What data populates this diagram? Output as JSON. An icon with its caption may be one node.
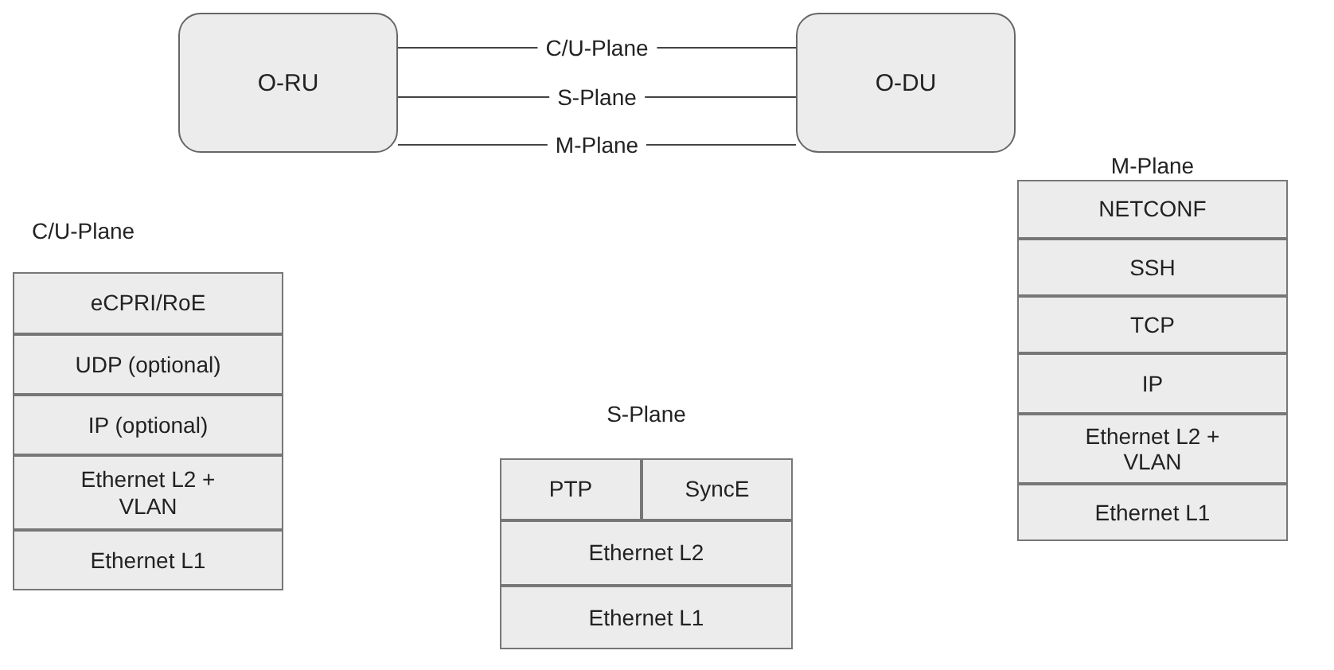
{
  "diagram": {
    "nodes": [
      {
        "text": [
          "O-RU"
        ]
      },
      {
        "text": [
          "O-DU"
        ]
      },
      {
        "text": [
          "C/U-Plane"
        ]
      },
      {
        "text": [
          "eCPRI/RoE"
        ],
        "in": 2
      },
      {
        "text": [
          "UDP (optional)"
        ],
        "in": 2
      },
      {
        "text": [
          "IP (optional)"
        ],
        "in": 2
      },
      {
        "text": [
          "Ethernet L2 + VLAN"
        ],
        "in": 2
      },
      {
        "text": [
          "Ethernet L1"
        ],
        "in": 2
      },
      {
        "text": [
          "S-Plane"
        ]
      },
      {
        "text": [
          "PTP"
        ],
        "in": 8
      },
      {
        "text": [
          "SyncE"
        ],
        "in": 8
      },
      {
        "text": [
          "Ethernet L2"
        ],
        "in": 8
      },
      {
        "text": [
          "Ethernet L1"
        ],
        "in": 8
      },
      {
        "text": [
          "M-Plane"
        ]
      },
      {
        "text": [
          "NETCONF"
        ],
        "in": 13
      },
      {
        "text": [
          "SSH"
        ],
        "in": 13
      },
      {
        "text": [
          "TCP"
        ],
        "in": 13
      },
      {
        "text": [
          "IP"
        ],
        "in": 13
      },
      {
        "text": [
          "Ethernet L2 + VLAN"
        ],
        "in": 13
      },
      {
        "text": [
          "Ethernet L1"
        ],
        "in": 13
      }
    ],
    "edges": [
      {
        "from": 0,
        "to": 1,
        "arrow": "none",
        "label": "C/U-Plane"
      },
      {
        "from": 0,
        "to": 1,
        "arrow": "none",
        "label": "S-Plane"
      },
      {
        "from": 0,
        "to": 1,
        "arrow": "none",
        "label": "M-Plane"
      }
    ]
  }
}
